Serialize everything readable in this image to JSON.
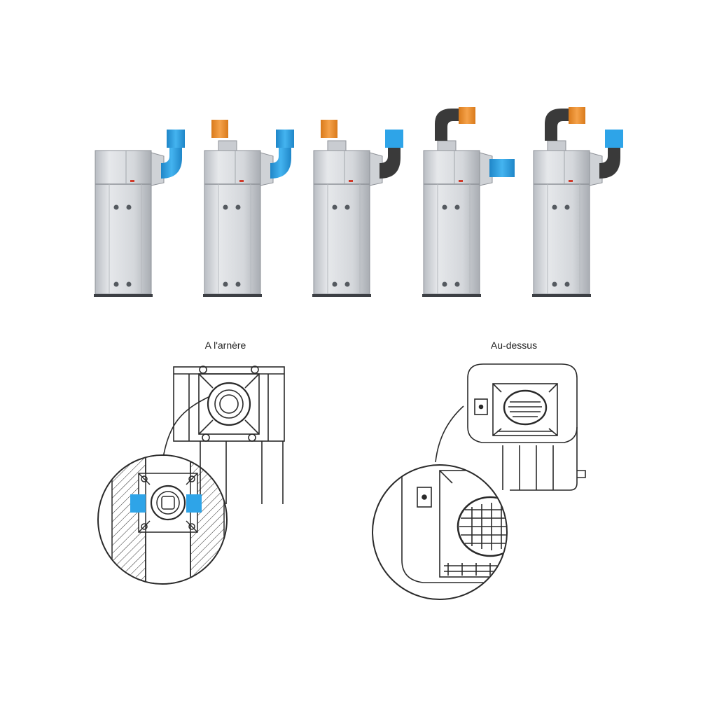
{
  "labels": {
    "rear": "A l'arnère",
    "top": "Au-dessus"
  },
  "units": [
    {
      "variant": "rear-exhaust-blue",
      "top_pipe": false,
      "side_pipe_color": "#2ea4e8",
      "side_pipe_style": "elbow-up"
    },
    {
      "variant": "top-orange-side-blue",
      "top_pipe": "orange",
      "side_pipe_color": "#2ea4e8",
      "side_pipe_style": "elbow-up"
    },
    {
      "variant": "top-orange-side-black",
      "top_pipe": "orange",
      "side_pipe_color": "#3a3a3a",
      "side_pipe_style": "elbow-up"
    },
    {
      "variant": "top-black-bend-side-blue",
      "top_pipe": "black-bend",
      "side_pipe_color": "#2ea4e8",
      "side_pipe_style": "straight"
    },
    {
      "variant": "top-black-bend-side-black",
      "top_pipe": "black-bend",
      "side_pipe_color": "#3a3a3a",
      "side_pipe_style": "elbow-up"
    }
  ],
  "colors": {
    "body_light": "#e4e6e9",
    "body_mid": "#c9ccd1",
    "body_dark": "#a7abb1",
    "blue": "#2ea4e8",
    "orange": "#f0922e",
    "black": "#3a3a3a",
    "line": "#2a2a2a"
  }
}
